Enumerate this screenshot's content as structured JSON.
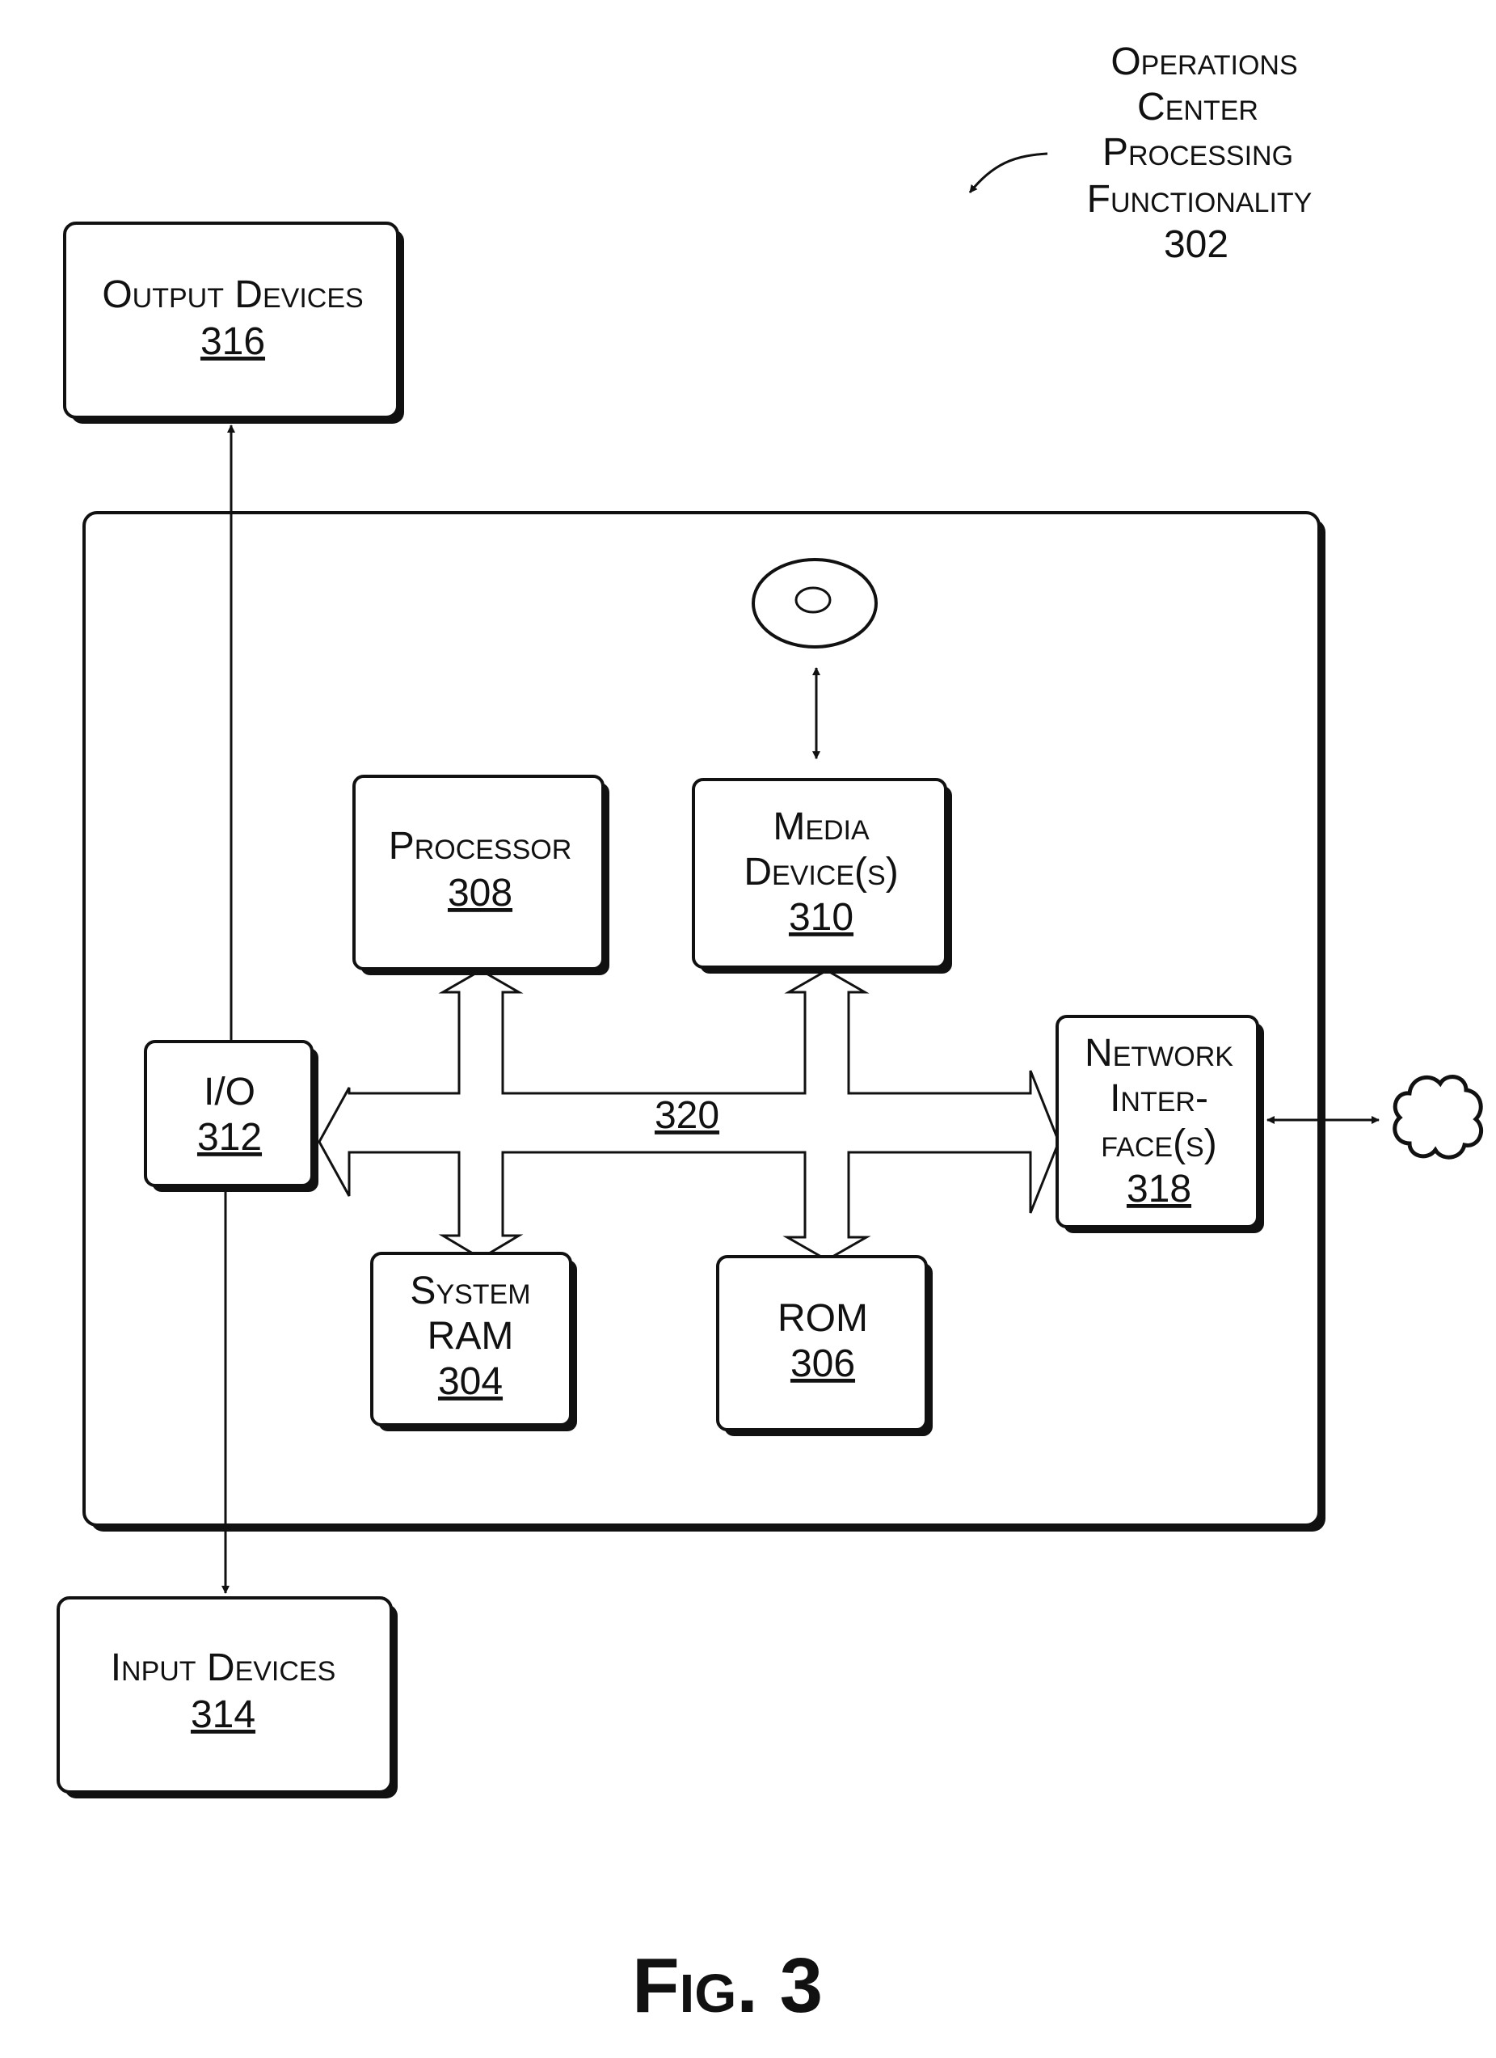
{
  "title": {
    "lines": [
      "Operations",
      "Center",
      "Processing",
      "Functionality"
    ],
    "ref": "302"
  },
  "nodes": {
    "output_devices": {
      "label_lines": [
        "Output Devices"
      ],
      "ref": "316"
    },
    "input_devices": {
      "label_lines": [
        "Input Devices"
      ],
      "ref": "314"
    },
    "processor": {
      "label_lines": [
        "Processor"
      ],
      "ref": "308"
    },
    "media_devices": {
      "label_lines": [
        "Media",
        "Device(s)"
      ],
      "ref": "310"
    },
    "io": {
      "label_lines": [
        "I/O"
      ],
      "ref": "312"
    },
    "system_ram": {
      "label_lines": [
        "System",
        "RAM"
      ],
      "ref": "304"
    },
    "rom": {
      "label_lines": [
        "ROM"
      ],
      "ref": "306"
    },
    "network_interfaces": {
      "label_lines": [
        "Network",
        "Inter-",
        "face(s)"
      ],
      "ref": "318"
    }
  },
  "bus": {
    "ref": "320"
  },
  "figure": {
    "caption": "Fig. 3"
  },
  "icons": [
    "disc-icon",
    "cloud-icon"
  ]
}
